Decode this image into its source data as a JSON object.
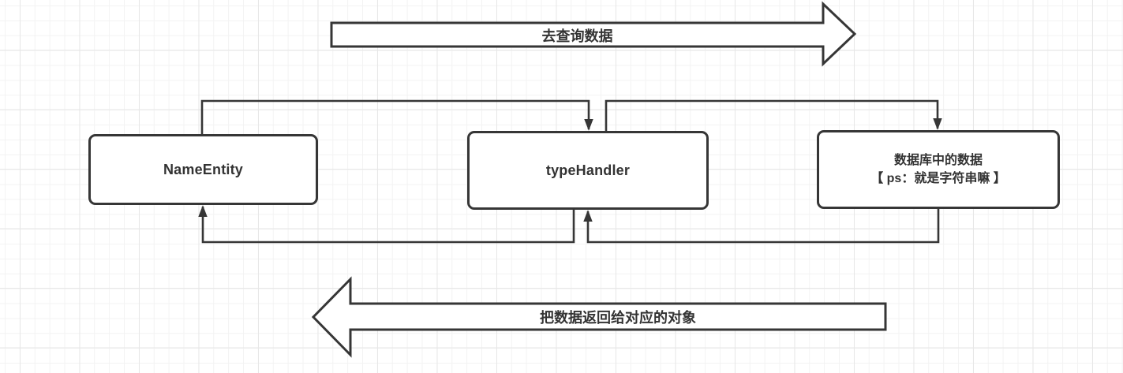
{
  "canvas": {
    "background": "#ffffff",
    "grid_minor_color": "#f3f3f3",
    "grid_major_color": "#e7e7e7",
    "stroke_color": "#363636",
    "text_color": "#333333"
  },
  "top_arrow": {
    "label": "去查询数据",
    "direction": "right"
  },
  "bottom_arrow": {
    "label": "把数据返回给对应的对象",
    "direction": "left"
  },
  "boxes": [
    {
      "id": "name-entity",
      "label": "NameEntity"
    },
    {
      "id": "type-handler",
      "label": "typeHandler"
    },
    {
      "id": "db-data",
      "label_line1": "数据库中的数据",
      "label_line2": "【 ps：就是字符串嘛 】"
    }
  ],
  "diagram": {
    "edges": [
      {
        "from": "NameEntity",
        "to": "typeHandler",
        "side": "top"
      },
      {
        "from": "typeHandler",
        "to": "数据库中的数据",
        "side": "top"
      },
      {
        "from": "typeHandler",
        "to": "NameEntity",
        "side": "bottom"
      },
      {
        "from": "数据库中的数据",
        "to": "typeHandler",
        "side": "bottom"
      }
    ]
  }
}
